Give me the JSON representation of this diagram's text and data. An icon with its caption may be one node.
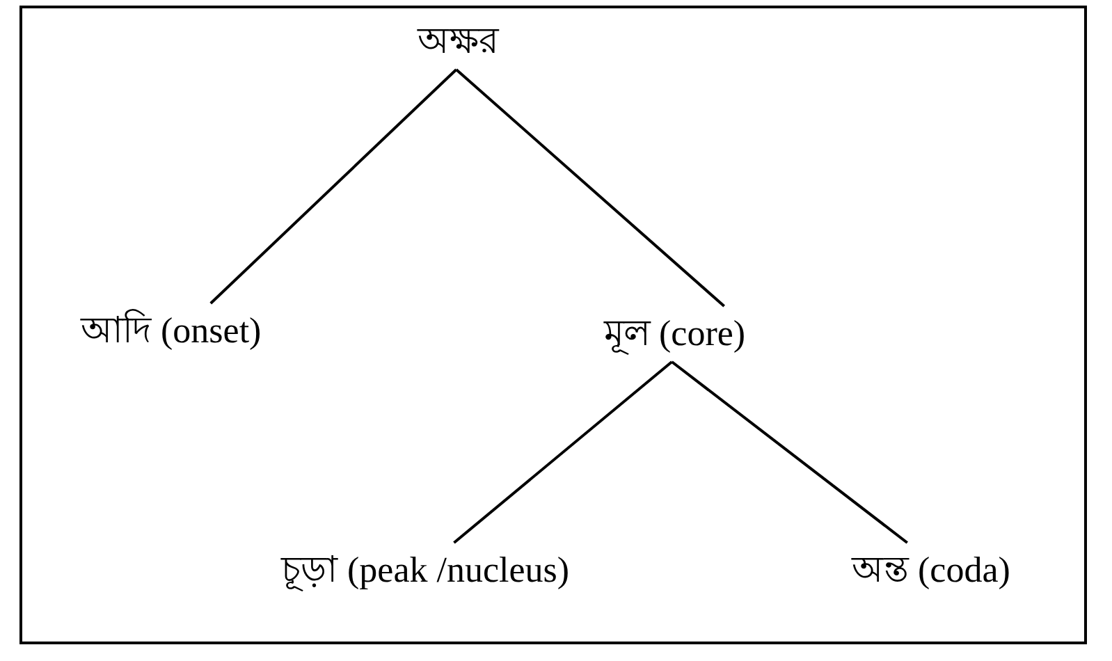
{
  "diagram": {
    "nodes": [
      {
        "text": [
          "অক্ষর"
        ]
      },
      {
        "text": [
          "আদি (onset)"
        ]
      },
      {
        "text": [
          "মূল (core)"
        ]
      },
      {
        "text": [
          "চূড়া (peak /nucleus)"
        ]
      },
      {
        "text": [
          "অন্ত (coda)"
        ]
      }
    ],
    "edges": [
      {
        "from": 0,
        "to": 1,
        "arrow": "none"
      },
      {
        "from": 0,
        "to": 2,
        "arrow": "none"
      },
      {
        "from": 2,
        "to": 3,
        "arrow": "none"
      },
      {
        "from": 2,
        "to": 4,
        "arrow": "none"
      }
    ]
  }
}
